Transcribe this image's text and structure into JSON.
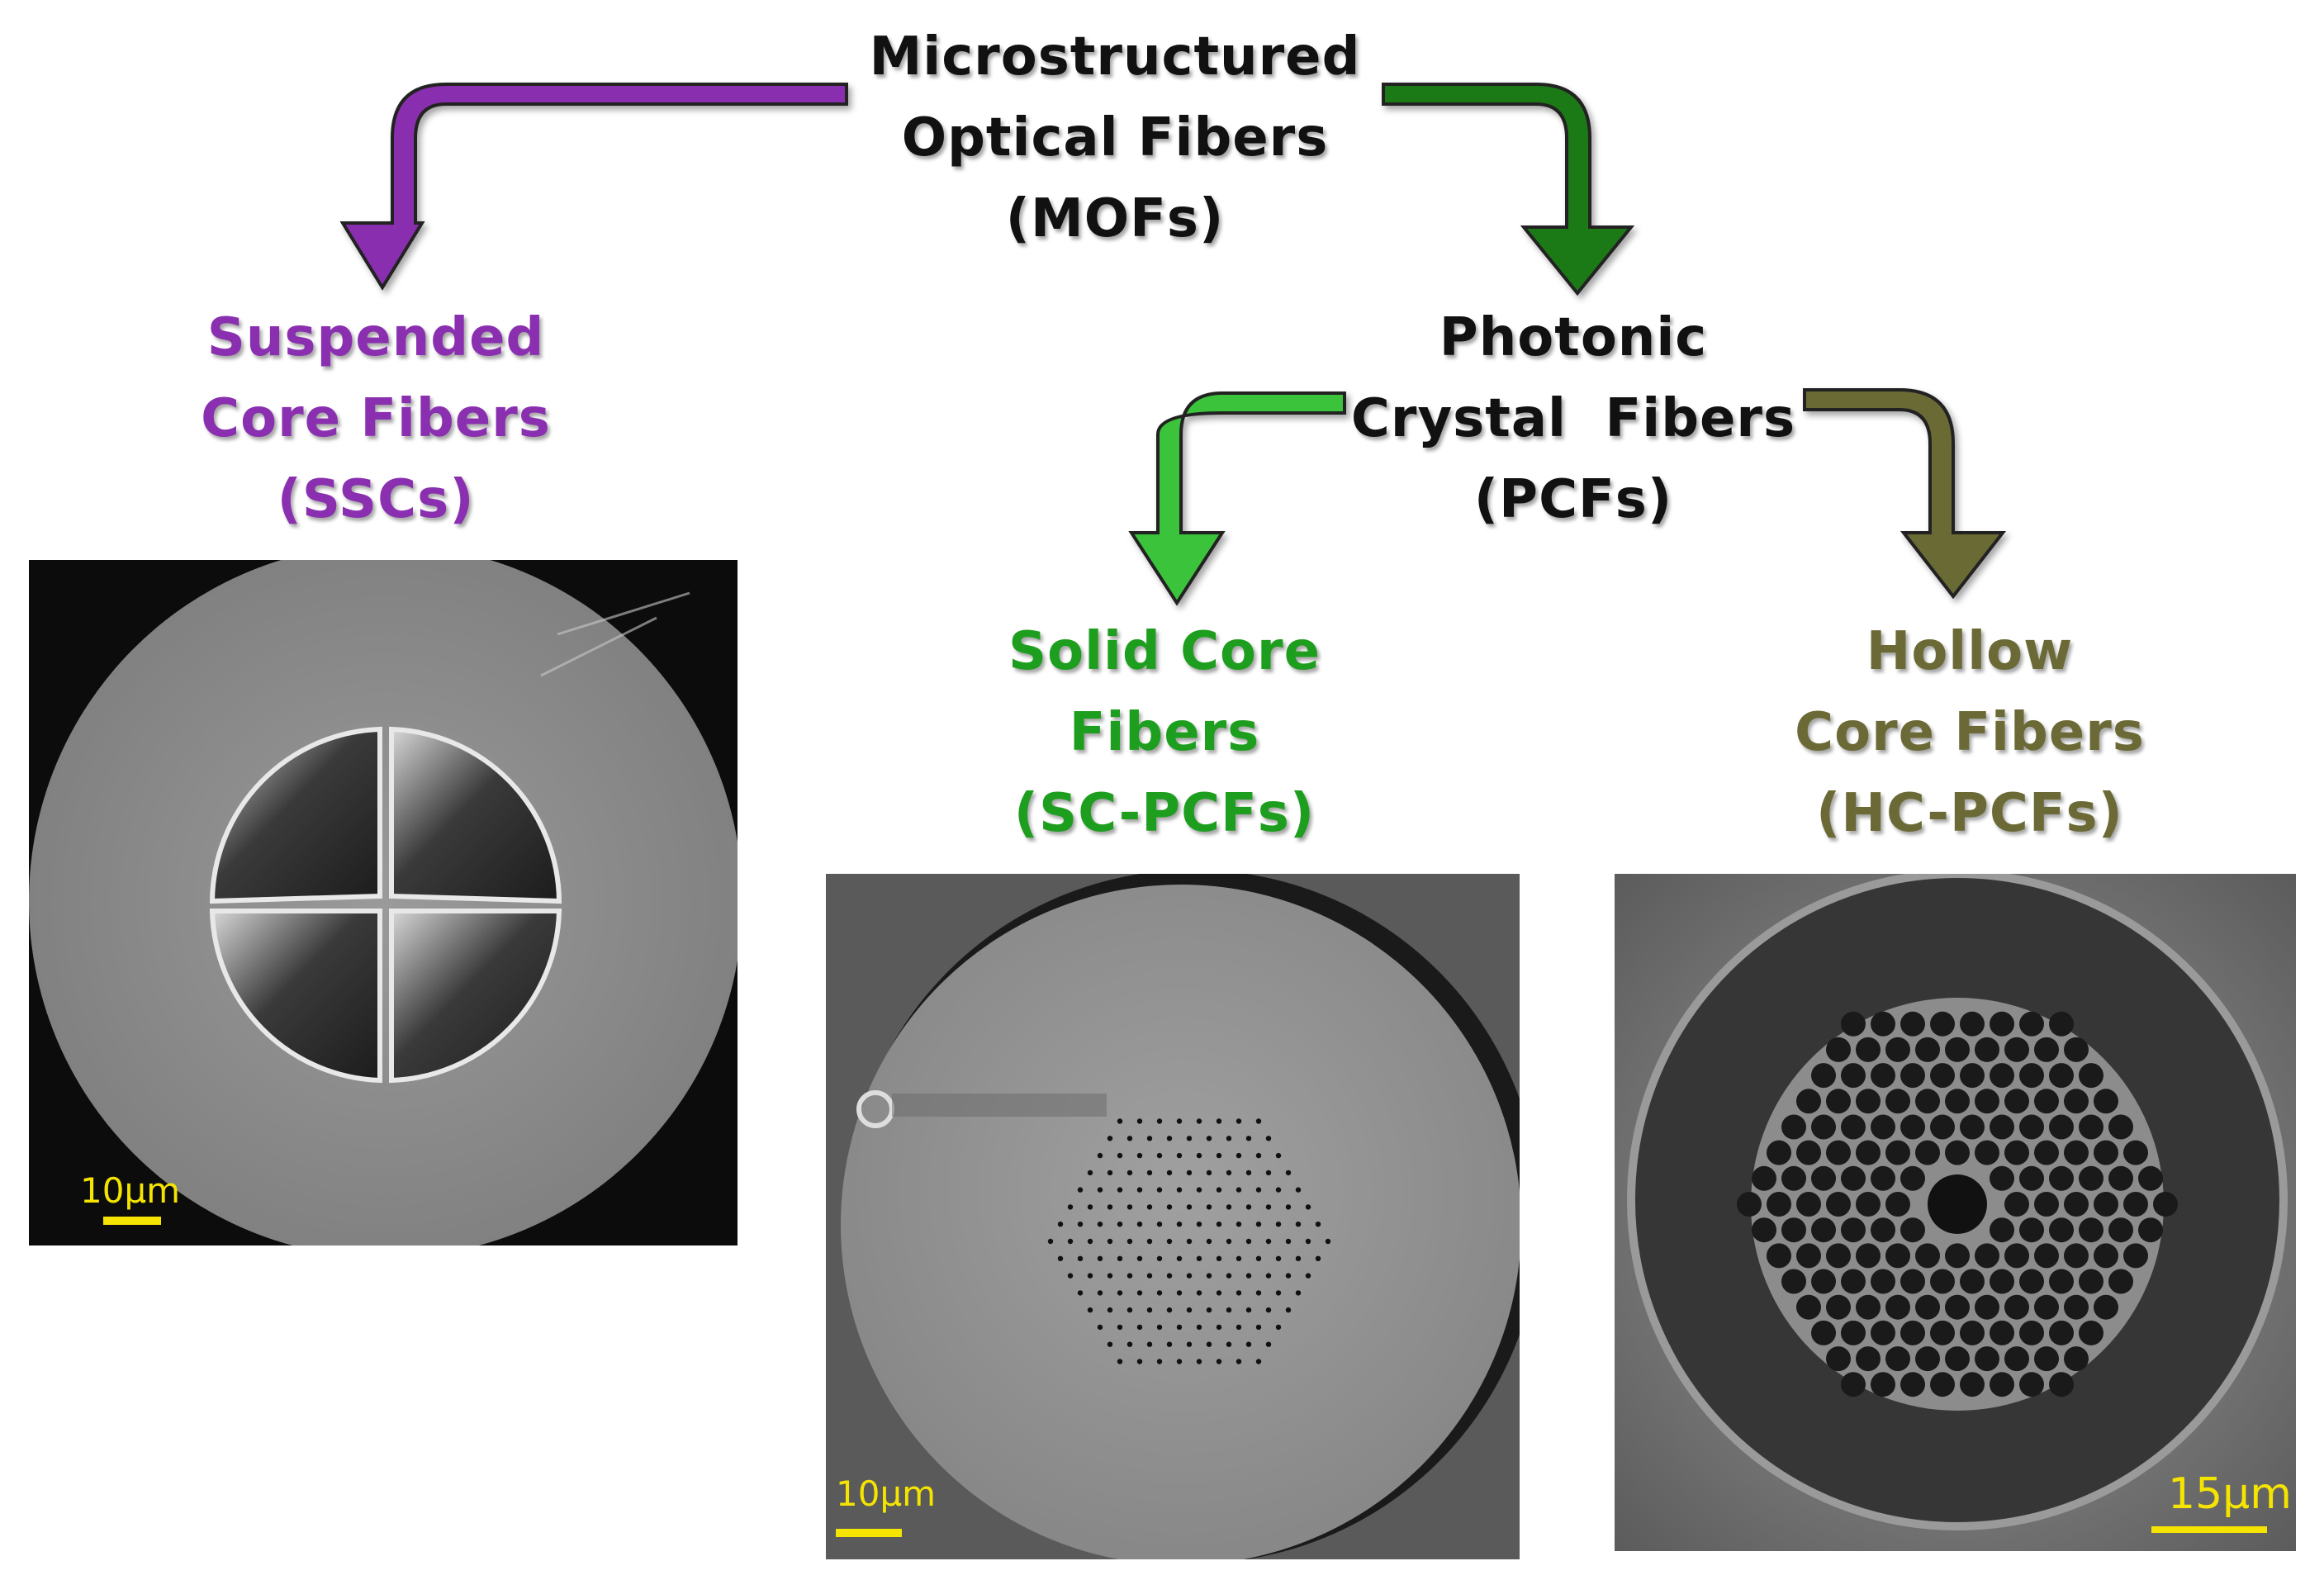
{
  "nodes": {
    "mofs": {
      "line1": "Microstructured",
      "line2": "Optical Fibers",
      "line3": "(MOFs)",
      "color": "#111111"
    },
    "sscs": {
      "line1": "Suspended",
      "line2": "Core Fibers",
      "line3": "(SSCs)",
      "color": "#8a2fb0"
    },
    "pcfs": {
      "line1": "Photonic",
      "line2": "Crystal  Fibers",
      "line3": "(PCFs)",
      "color": "#111111"
    },
    "scpcfs": {
      "line1": "Solid Core",
      "line2": "Fibers",
      "line3": "(SC-PCFs)",
      "color": "#1e9e1e"
    },
    "hcpcfs": {
      "line1": "Hollow",
      "line2": "Core Fibers",
      "line3": "(HC-PCFs)",
      "color": "#6b6a36"
    }
  },
  "images": {
    "ssc": {
      "scale_label": "10μm"
    },
    "scpcf": {
      "scale_label": "10μm"
    },
    "hcpcf": {
      "scale_label": "15μm"
    }
  },
  "arrow_colors": {
    "to_ssc": "#8a2fb0",
    "to_pcf": "#1f7a18",
    "to_scpcf": "#3ac43a",
    "to_hcpcf": "#6b6a36"
  }
}
